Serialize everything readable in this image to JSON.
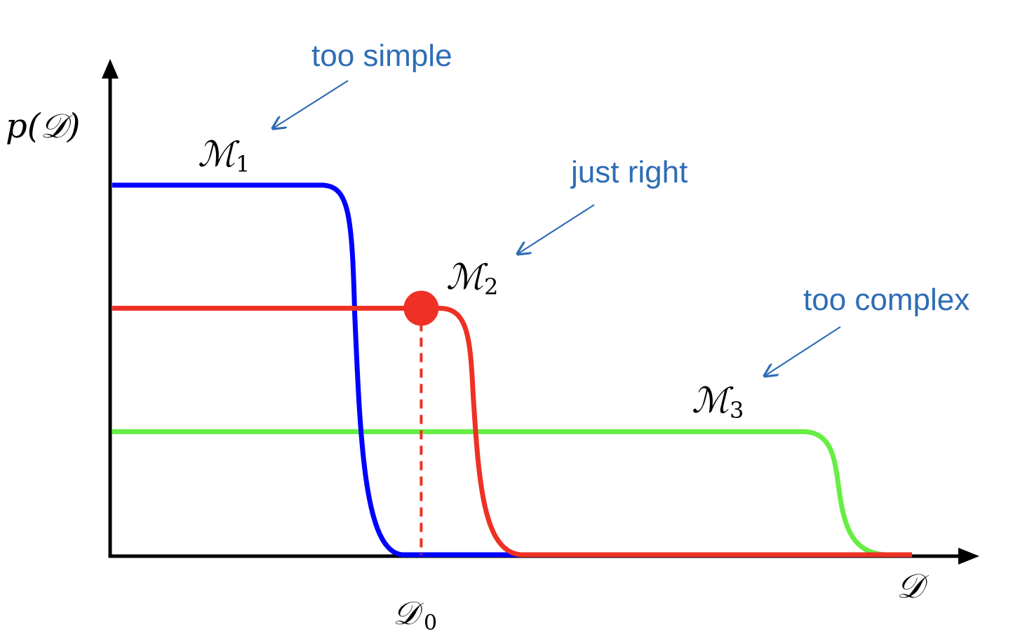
{
  "axes": {
    "y_label": {
      "main": "p(𝒟)"
    },
    "x_label": {
      "main": "𝒟"
    },
    "x_marker": {
      "main": "𝒟",
      "sub": "0"
    }
  },
  "models": [
    {
      "id": "m1",
      "letter": "ℳ",
      "index": "1",
      "color": "#0000ff",
      "level": 1.0,
      "drop": 0.312,
      "note": "too simple"
    },
    {
      "id": "m2",
      "letter": "ℳ",
      "index": "2",
      "color": "#ee3124",
      "level": 0.667,
      "drop": 0.46,
      "note": "just right"
    },
    {
      "id": "m3",
      "letter": "ℳ",
      "index": "3",
      "color": "#66ee44",
      "level": 0.333,
      "drop": 0.915,
      "note": "too complex"
    }
  ],
  "colors": {
    "axis": "#000000",
    "annotation": "#2f6db5"
  }
}
